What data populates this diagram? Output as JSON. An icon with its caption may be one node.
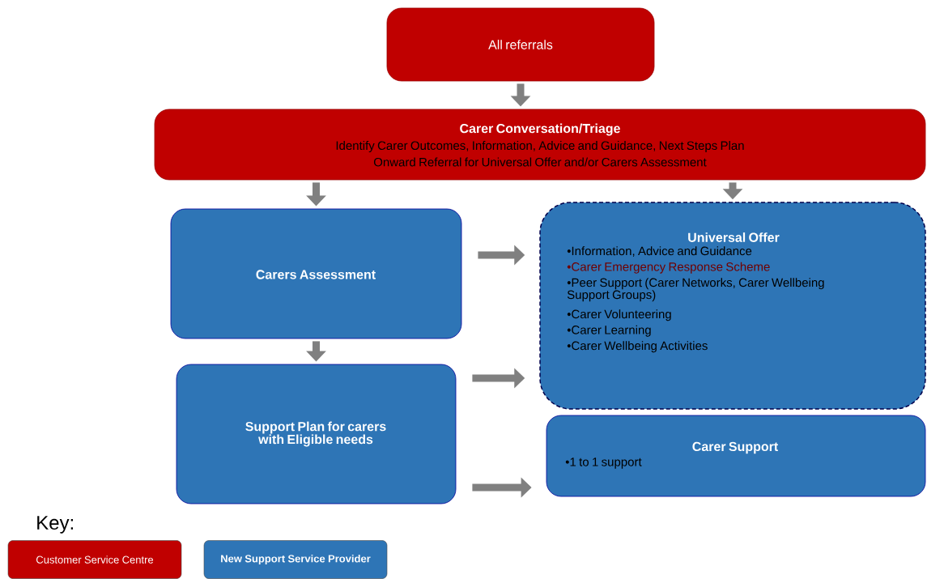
{
  "diagram": {
    "nodes": [
      {
        "text": [
          "All referrals"
        ]
      },
      {
        "text": [
          "Carer Conversation/Triage",
          "Identify Carer Outcomes, Information, Advice and Guidance, Next Steps Plan",
          "Onward Referral for Universal Offer and/or Carers Assessment"
        ]
      },
      {
        "text": [
          "Carers Assessment"
        ]
      },
      {
        "text": [
          "Support Plan for carers with Eligible needs"
        ]
      },
      {
        "text": [
          "Universal Offer",
          "•Information, Advice and Guidance",
          "•Carer Emergency Response Scheme",
          "•Peer Support (Carer Networks, Carer Wellbeing Support Groups)",
          "•Carer Volunteering",
          "•Carer Learning",
          "•Carer Wellbeing Activities"
        ]
      },
      {
        "text": [
          "Carer Support",
          "•1 to 1 support"
        ]
      }
    ],
    "edges": [
      {
        "from": 0,
        "to": 1,
        "arrow": "to"
      },
      {
        "from": 1,
        "to": 2,
        "arrow": "to"
      },
      {
        "from": 1,
        "to": 4,
        "arrow": "to"
      },
      {
        "from": 2,
        "to": 4,
        "arrow": "to"
      },
      {
        "from": 2,
        "to": 3,
        "arrow": "to"
      },
      {
        "from": 3,
        "to": 4,
        "arrow": "to"
      },
      {
        "from": 3,
        "to": 5,
        "arrow": "to"
      }
    ],
    "labels": [
      "Key:"
    ],
    "legend": [
      {
        "text": "Customer Service Centre",
        "color": "#c00000"
      },
      {
        "text": "New Support Service Provider",
        "color": "#2e75b6"
      }
    ]
  }
}
